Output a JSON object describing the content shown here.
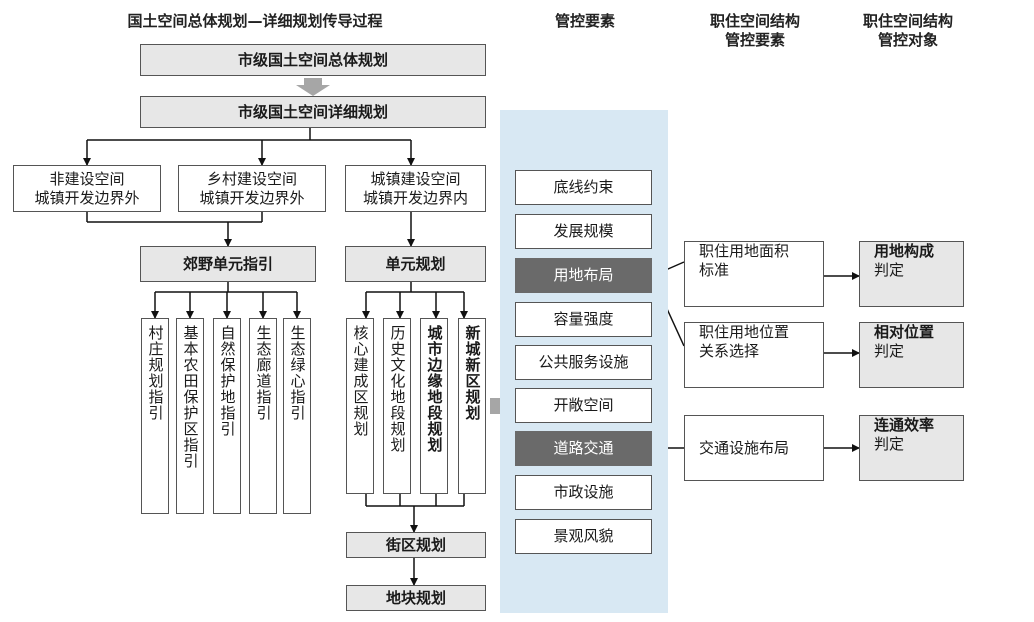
{
  "headers": {
    "process": "国土空间总体规划—详细规划传导过程",
    "control": "管控要素",
    "structure": [
      "职住空间结构",
      "管控要素"
    ],
    "object": [
      "职住空间结构",
      "管控对象"
    ]
  },
  "top": {
    "master_plan": "市级国土空间总体规划",
    "detailed_plan": "市级国土空间详细规划"
  },
  "zones": {
    "nonbuilt": [
      "非建设空间",
      "城镇开发边界外"
    ],
    "rural": [
      "乡村建设空间",
      "城镇开发边界外"
    ],
    "urban": [
      "城镇建设空间",
      "城镇开发边界内"
    ]
  },
  "guides": {
    "rural_unit": "郊野单元指引",
    "unit_plan": "单元规划"
  },
  "rural_items": [
    "村庄规划指引",
    "基本农田保护区指引",
    "自然保护地指引",
    "生态廊道指引",
    "生态绿心指引"
  ],
  "unit_items": [
    {
      "label": "核心建成区规划",
      "dashed": false
    },
    {
      "label": "历史文化地段规划",
      "dashed": false
    },
    {
      "label": "城市边缘地段规划",
      "dashed": true
    },
    {
      "label": "新城新区规划",
      "dashed": true
    }
  ],
  "lower": {
    "block": "街区规划",
    "plot": "地块规划"
  },
  "control_elements": [
    {
      "label": "底线约束",
      "highlight": false
    },
    {
      "label": "发展规模",
      "highlight": false
    },
    {
      "label": "用地布局",
      "highlight": true
    },
    {
      "label": "容量强度",
      "highlight": false
    },
    {
      "label": "公共服务设施",
      "highlight": false
    },
    {
      "label": "开敞空间",
      "highlight": false
    },
    {
      "label": "道路交通",
      "highlight": true
    },
    {
      "label": "市政设施",
      "highlight": false
    },
    {
      "label": "景观风貌",
      "highlight": false
    }
  ],
  "structure_elements": [
    [
      "职住用地面积",
      "标准"
    ],
    [
      "职住用地位置",
      "关系选择"
    ],
    [
      "交通设施布局"
    ]
  ],
  "structure_objects": [
    [
      "用地构成",
      "判定"
    ],
    [
      "相对位置",
      "判定"
    ],
    [
      "连通效率",
      "判定"
    ]
  ],
  "colors": {
    "panel": "#d8e8f3",
    "highlight": "#6a6a6a",
    "gray_box": "#e7e7e7"
  }
}
